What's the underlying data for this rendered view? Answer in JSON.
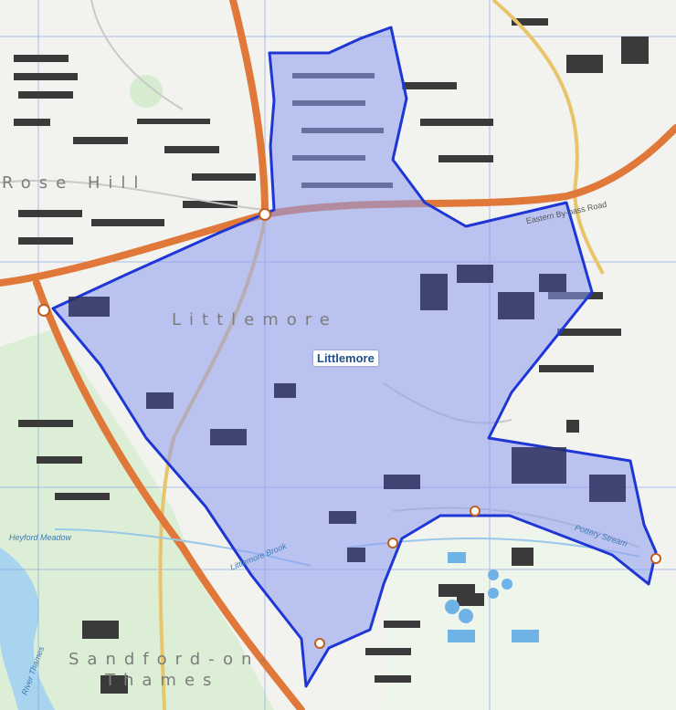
{
  "map": {
    "highlighted_area": "Littlemore",
    "boundary_color": "#1f36d6",
    "fill_color": "#8c9cf0",
    "main_road_color": "#e0783a",
    "water_color": "#a8d4f0",
    "place_labels": {
      "rose_hill": "Rose Hill",
      "littlemore": "Littlemore",
      "sandford_1": "Sandford-on-",
      "sandford_2": "Thames"
    },
    "road_labels": {
      "eastern_bypass": "Eastern By-pass Road"
    },
    "water_labels": {
      "pottery_stream": "Pottery Stream",
      "littlemore_brook": "Littlemore Brook",
      "heyford_meadow": "Heyford Meadow",
      "river_thames": "River Thames"
    }
  }
}
